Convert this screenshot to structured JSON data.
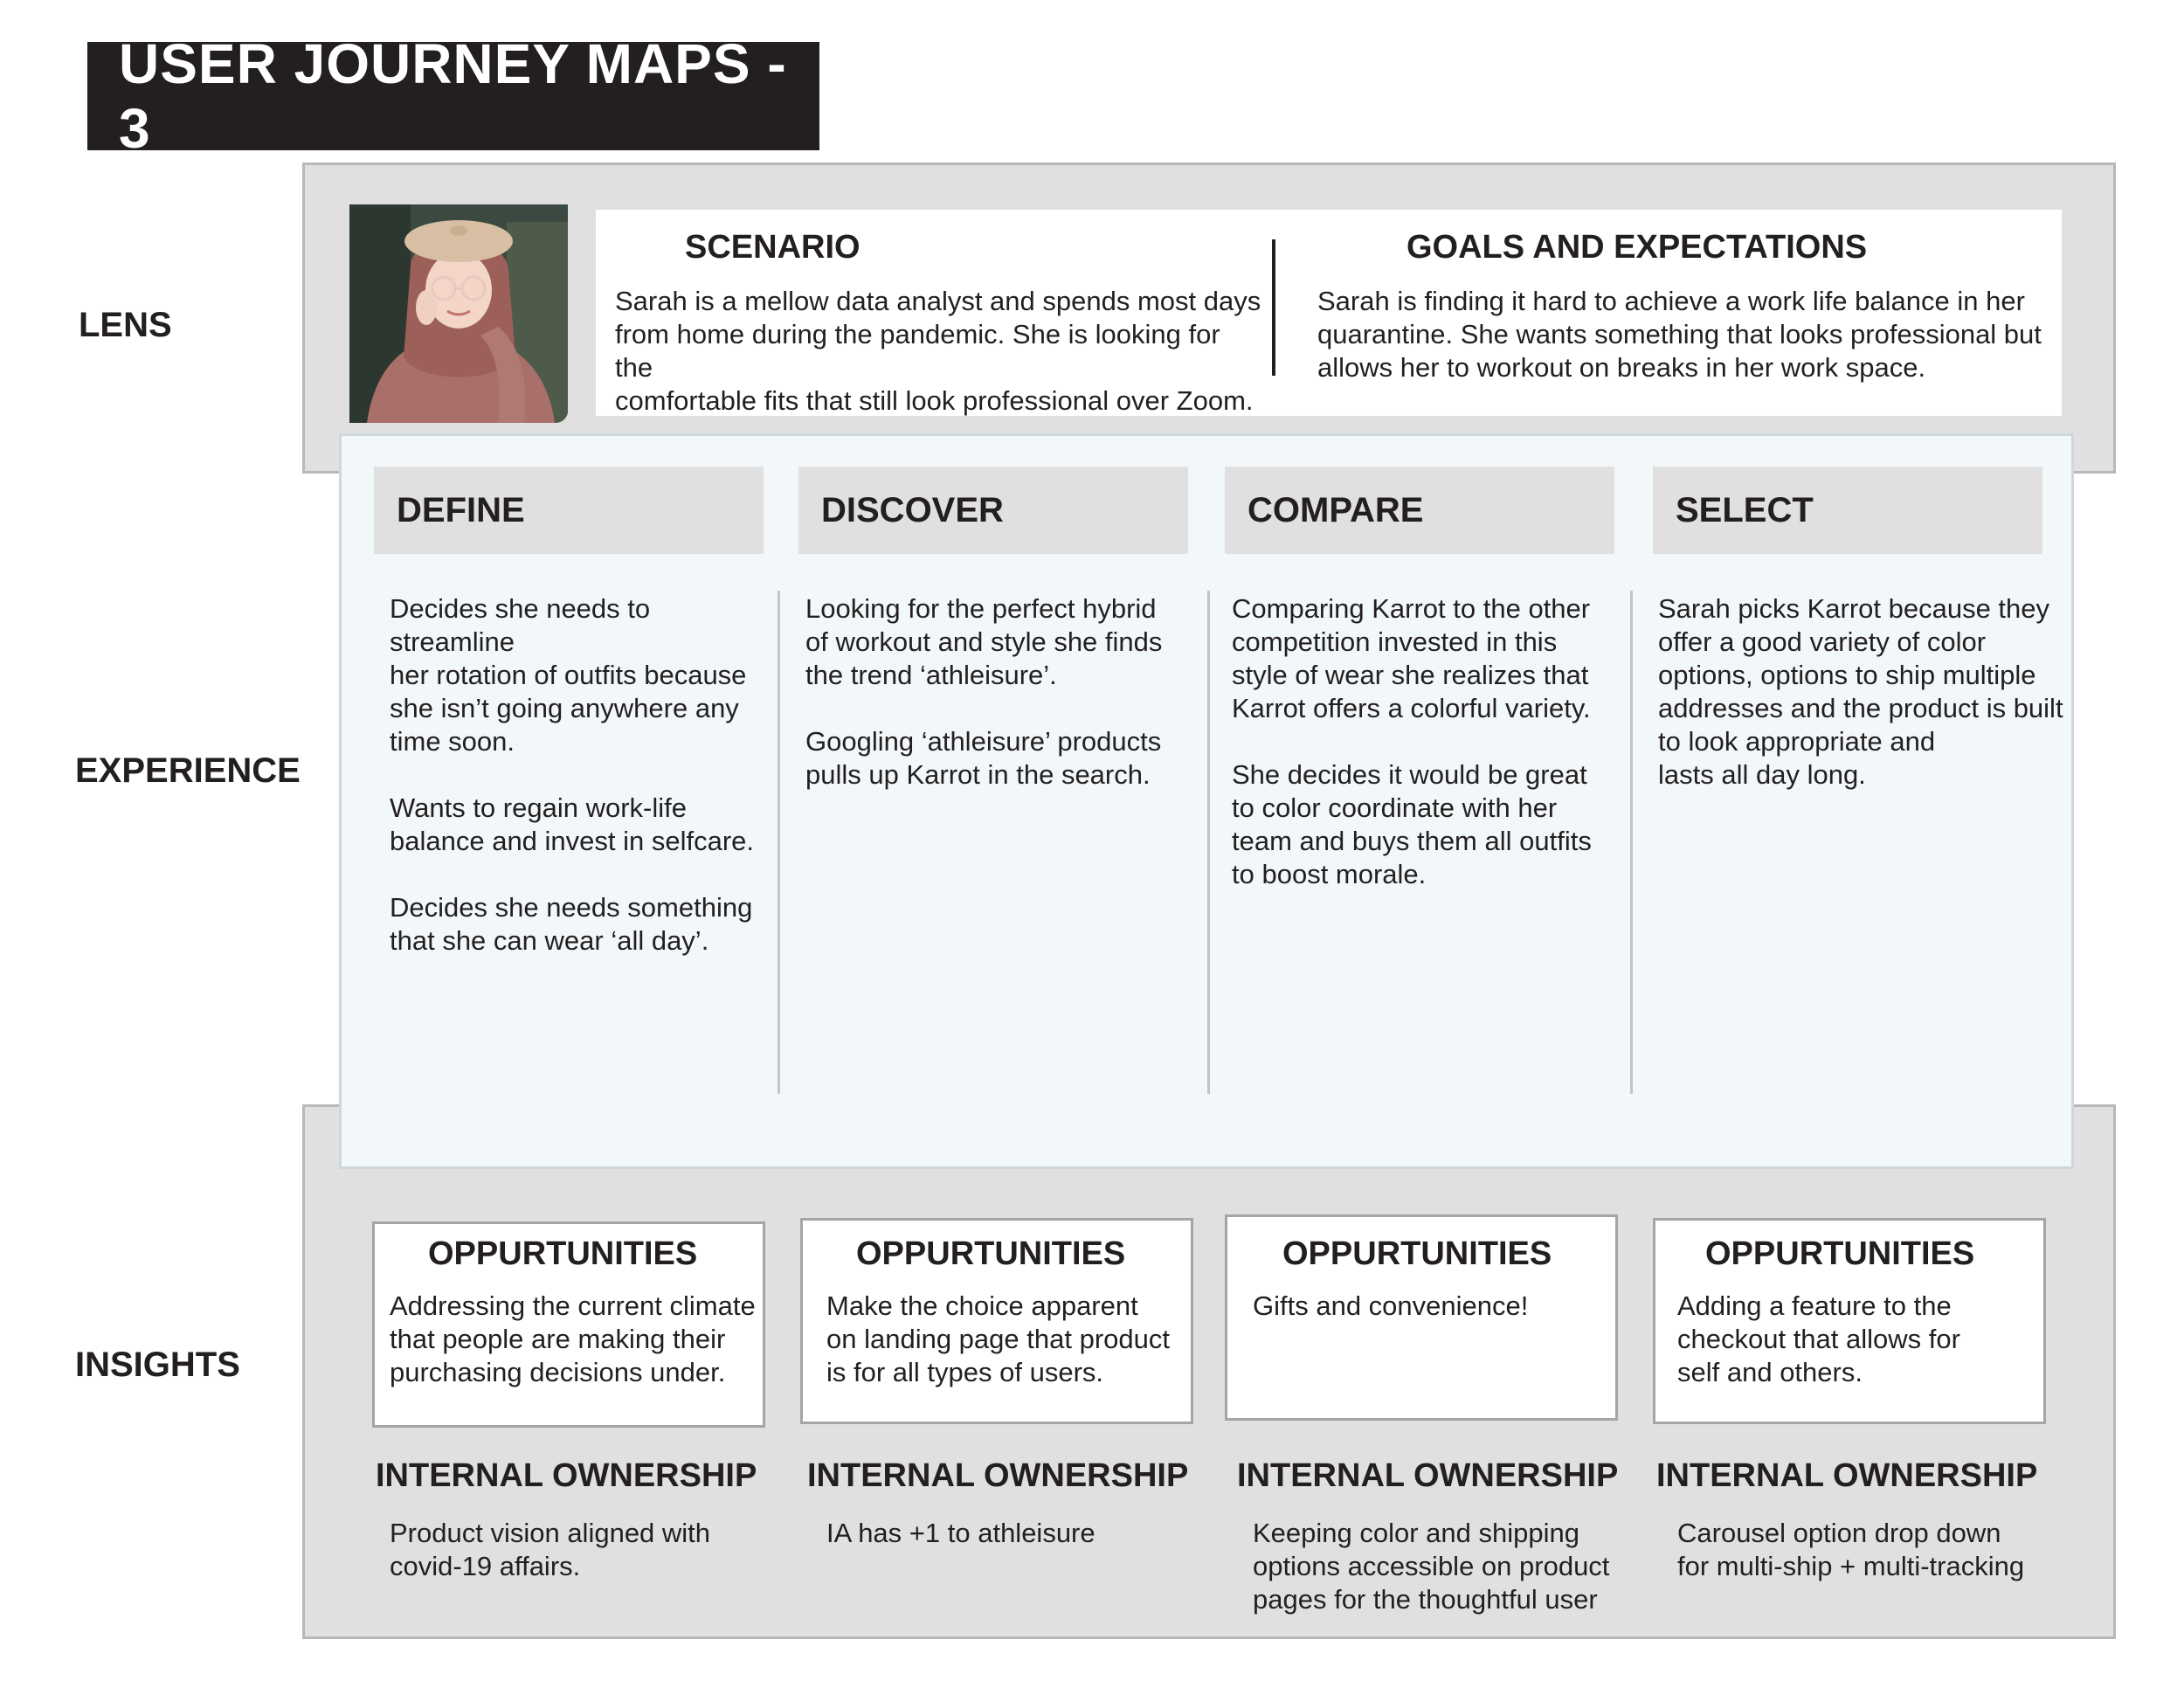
{
  "title": "USER JOURNEY MAPS - 3",
  "row_labels": {
    "lens": "LENS",
    "experience": "EXPERIENCE",
    "insights": "INSIGHTS"
  },
  "lens": {
    "persona_photo": "persona-photo",
    "scenario": {
      "heading": "SCENARIO",
      "text": "Sarah is a mellow data analyst and spends most days\nfrom home during the pandemic. She is looking for the\ncomfortable fits that still look professional over Zoom."
    },
    "goals": {
      "heading": "GOALS AND EXPECTATIONS",
      "text": "Sarah is finding it hard to achieve a work life balance in her\nquarantine. She wants something that looks professional but\nallows her to workout on breaks in her work space."
    }
  },
  "stages": [
    {
      "name": "DEFINE",
      "experience": "Decides she needs to streamline\nher rotation of outfits because\nshe isn’t going anywhere any\ntime soon.\n\nWants to regain work-life\nbalance and invest in selfcare.\n\nDecides she needs something\nthat she can wear ‘all day’.",
      "opportunities_heading": "OPPURTUNITIES",
      "opportunities": "Addressing the current climate\nthat people are making their\npurchasing decisions under.",
      "ownership_heading": "INTERNAL OWNERSHIP",
      "ownership": "Product vision aligned with\ncovid-19 affairs."
    },
    {
      "name": "DISCOVER",
      "experience": "Looking for the perfect hybrid\nof workout and style she finds\nthe trend ‘athleisure’.\n\nGoogling ‘athleisure’ products\npulls up Karrot in the search.",
      "opportunities_heading": "OPPURTUNITIES",
      "opportunities": "Make the choice apparent\non landing page that product\nis for all types of users.",
      "ownership_heading": "INTERNAL OWNERSHIP",
      "ownership": "IA has +1 to athleisure"
    },
    {
      "name": "COMPARE",
      "experience": "Comparing Karrot to the other\ncompetition invested in this\nstyle of wear she realizes that\nKarrot offers a colorful variety.\n\nShe decides it would be great\nto color coordinate with her\nteam and buys them all outfits\nto boost morale.",
      "opportunities_heading": "OPPURTUNITIES",
      "opportunities": "Gifts and convenience!",
      "ownership_heading": "INTERNAL OWNERSHIP",
      "ownership": "Keeping color and shipping\noptions accessible on product\npages for the thoughtful user"
    },
    {
      "name": "SELECT",
      "experience": "Sarah picks Karrot because they\noffer a good variety of color\noptions, options to ship multiple\naddresses and the product is built\nto look appropriate and\nlasts all day long.",
      "opportunities_heading": "OPPURTUNITIES",
      "opportunities": "Adding a feature to the\ncheckout that allows for\nself and others.",
      "ownership_heading": "INTERNAL OWNERSHIP",
      "ownership": "Carousel option drop down\nfor multi-ship + multi-tracking"
    }
  ],
  "colors": {
    "title_bg": "#231f20",
    "panel_gray": "#e1e0e1",
    "experience_bg": "#f2f7f9",
    "text": "#231f20"
  }
}
